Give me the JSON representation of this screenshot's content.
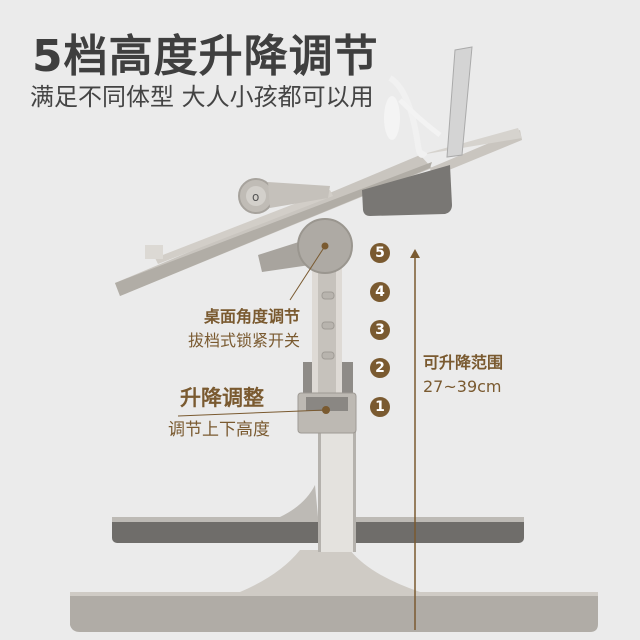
{
  "header": {
    "title": "5档高度升降调节",
    "subtitle": "满足不同体型 大人小孩都可以用"
  },
  "callouts": {
    "tilt": {
      "title": "桌面角度调节",
      "desc": "拔档式锁紧开关"
    },
    "lift": {
      "title": "升降调整",
      "desc": "调节上下高度"
    },
    "range": {
      "title": "可升降范围",
      "value": "27~39cm"
    }
  },
  "levels": [
    "5",
    "4",
    "3",
    "2",
    "1"
  ],
  "colors": {
    "accent": "#7a5a30",
    "background": "#ebebeb",
    "title": "#3f3f3f"
  }
}
